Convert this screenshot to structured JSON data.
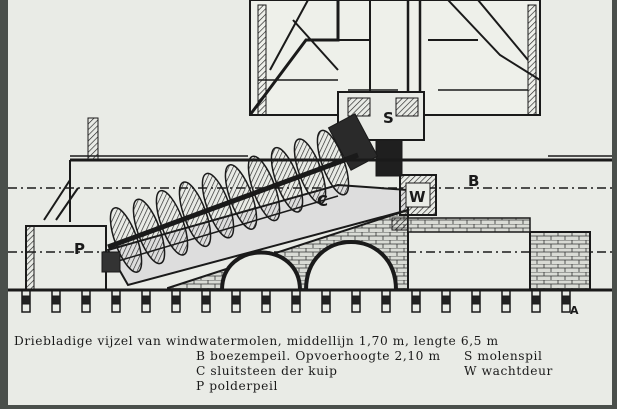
{
  "diagram": {
    "labels": {
      "S": "S",
      "B": "B",
      "C": "C",
      "W": "W",
      "P": "P",
      "A": "A"
    }
  },
  "caption": {
    "title": "Driebladige vijzel van windwatermolen, middellijn 1,70 m, lengte 6,5 m",
    "legend": [
      {
        "text": "B boezempeil. Opvoerhoogte 2,10 m"
      },
      {
        "text": "C sluitsteen der kuip"
      },
      {
        "text": "P polderpeil"
      },
      {
        "text": "S molenspil"
      },
      {
        "text": "W wachtdeur"
      }
    ]
  }
}
